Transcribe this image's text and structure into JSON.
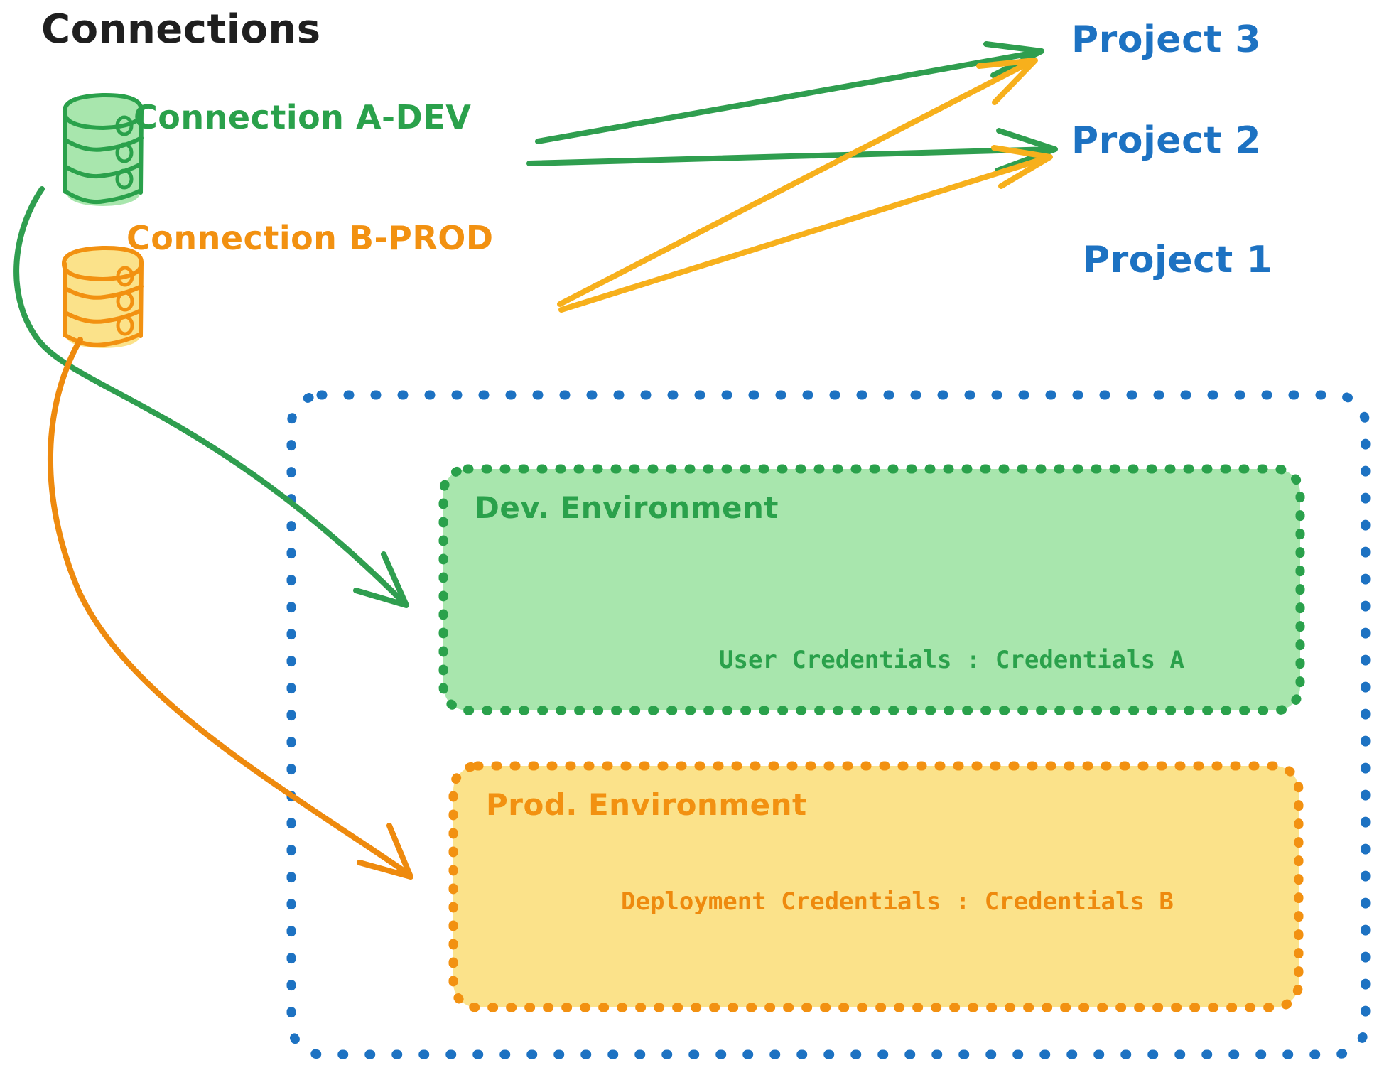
{
  "diagram": {
    "title": "Connections",
    "colors": {
      "title": "#1f1f1f",
      "dev_green_stroke": "#2aa14b",
      "dev_green_fill": "#a8e6ad",
      "prod_orange_stroke": "#f29111",
      "prod_orange_fill": "#fbe28a",
      "project_blue": "#1d72c2",
      "background": "#ffffff"
    },
    "connections": [
      {
        "id": "connection-a-dev",
        "label": "Connection A-DEV",
        "icon": "database-icon",
        "color": "#2aa14b",
        "targets": [
          "Project 3",
          "Project 2",
          "Dev. Environment"
        ]
      },
      {
        "id": "connection-b-prod",
        "label": "Connection B-PROD",
        "icon": "database-icon",
        "color": "#f29111",
        "targets": [
          "Project 3",
          "Project 2",
          "Prod. Environment"
        ]
      }
    ],
    "projects": [
      {
        "id": "project-3",
        "label": "Project 3"
      },
      {
        "id": "project-2",
        "label": "Project 2"
      },
      {
        "id": "project-1",
        "label": "Project 1"
      }
    ],
    "project_1_container": {
      "label": "Project 1",
      "border_style": "dotted",
      "border_color": "#1d72c2",
      "environments": [
        {
          "id": "dev-environment",
          "title": "Dev. Environment",
          "credential_label": "User Credentials",
          "credential_separator": ":",
          "credential_value": "Credentials A",
          "credential_line": "User Credentials : Credentials A",
          "fill": "#a8e6ad",
          "border_color": "#2aa14b"
        },
        {
          "id": "prod-environment",
          "title": "Prod. Environment",
          "credential_label": "Deployment Credentials",
          "credential_separator": ":",
          "credential_value": "Credentials B",
          "credential_line": "Deployment Credentials : Credentials B",
          "fill": "#fbe28a",
          "border_color": "#f29111"
        }
      ]
    },
    "arrows": [
      {
        "id": "arrow-a-dev-to-project-3",
        "color": "#2aa14b",
        "from": "Connection A-DEV",
        "to": "Project 3"
      },
      {
        "id": "arrow-a-dev-to-project-2",
        "color": "#2aa14b",
        "from": "Connection A-DEV",
        "to": "Project 2"
      },
      {
        "id": "arrow-b-prod-to-project-3",
        "color": "#f7b01c",
        "from": "Connection B-PROD",
        "to": "Project 3"
      },
      {
        "id": "arrow-b-prod-to-project-2",
        "color": "#f7b01c",
        "from": "Connection B-PROD",
        "to": "Project 2"
      },
      {
        "id": "arrow-a-dev-to-dev-environment",
        "color": "#2aa14b",
        "from": "Connection A-DEV",
        "to": "Dev. Environment"
      },
      {
        "id": "arrow-b-prod-to-prod-environment",
        "color": "#f29111",
        "from": "Connection B-PROD",
        "to": "Prod. Environment"
      }
    ]
  }
}
